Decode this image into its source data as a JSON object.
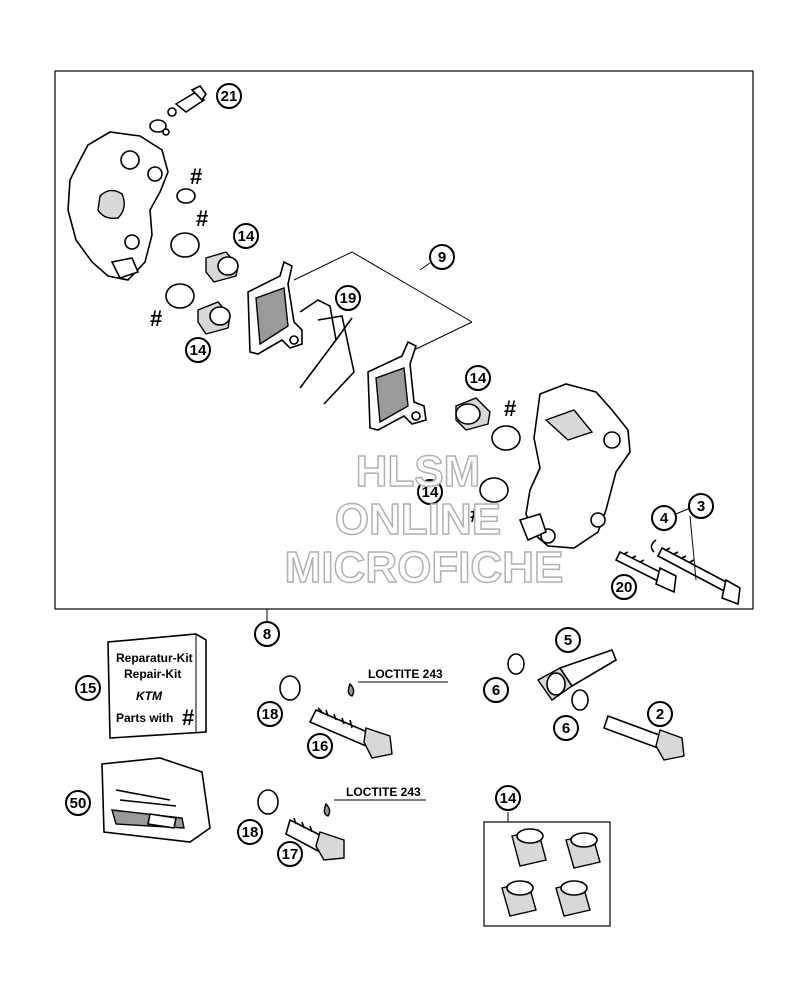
{
  "callouts": {
    "c21": "21",
    "c14a": "14",
    "c14b": "14",
    "c14c": "14",
    "c14d": "14",
    "c14e": "14",
    "c9": "9",
    "c19": "19",
    "c3": "3",
    "c4": "4",
    "c20": "20",
    "c8": "8",
    "c15": "15",
    "c18a": "18",
    "c18b": "18",
    "c16": "16",
    "c17": "17",
    "c5": "5",
    "c6a": "6",
    "c6b": "6",
    "c2": "2",
    "c50": "50"
  },
  "hash_mark": "#",
  "loctite_top": "LOCTITE 243",
  "loctite_bottom": "LOCTITE 243",
  "repair_kit": {
    "line1": "Reparatur-Kit",
    "line2": "Repair-Kit",
    "brand": "KTM",
    "line3": "Parts with",
    "hash": "#"
  },
  "watermark": {
    "line1": "HLSM",
    "line2": "ONLINE",
    "line3": "MICROFICHE"
  }
}
